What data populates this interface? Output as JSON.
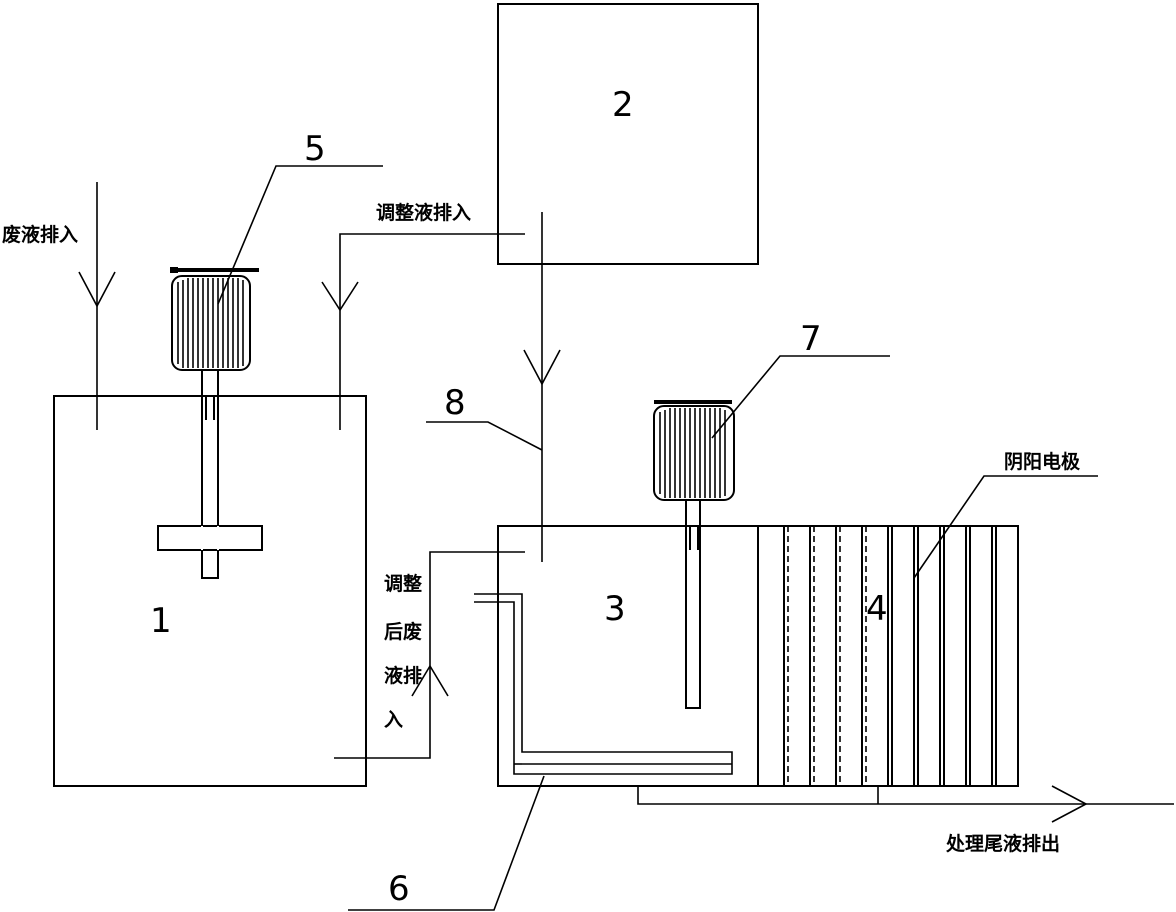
{
  "labels": {
    "tank1": "1",
    "tank2": "2",
    "tank3": "3",
    "tank4": "4",
    "item5": "5",
    "item6": "6",
    "item7": "7",
    "item8": "8",
    "waste_inlet": "废液排入",
    "adjust_inlet": "调整液排入",
    "adjusted_inlet_lines": [
      "调整",
      "后废",
      "液排",
      "入"
    ],
    "electrodes": "阴阳电极",
    "treated_outlet": "处理尾液排出"
  }
}
